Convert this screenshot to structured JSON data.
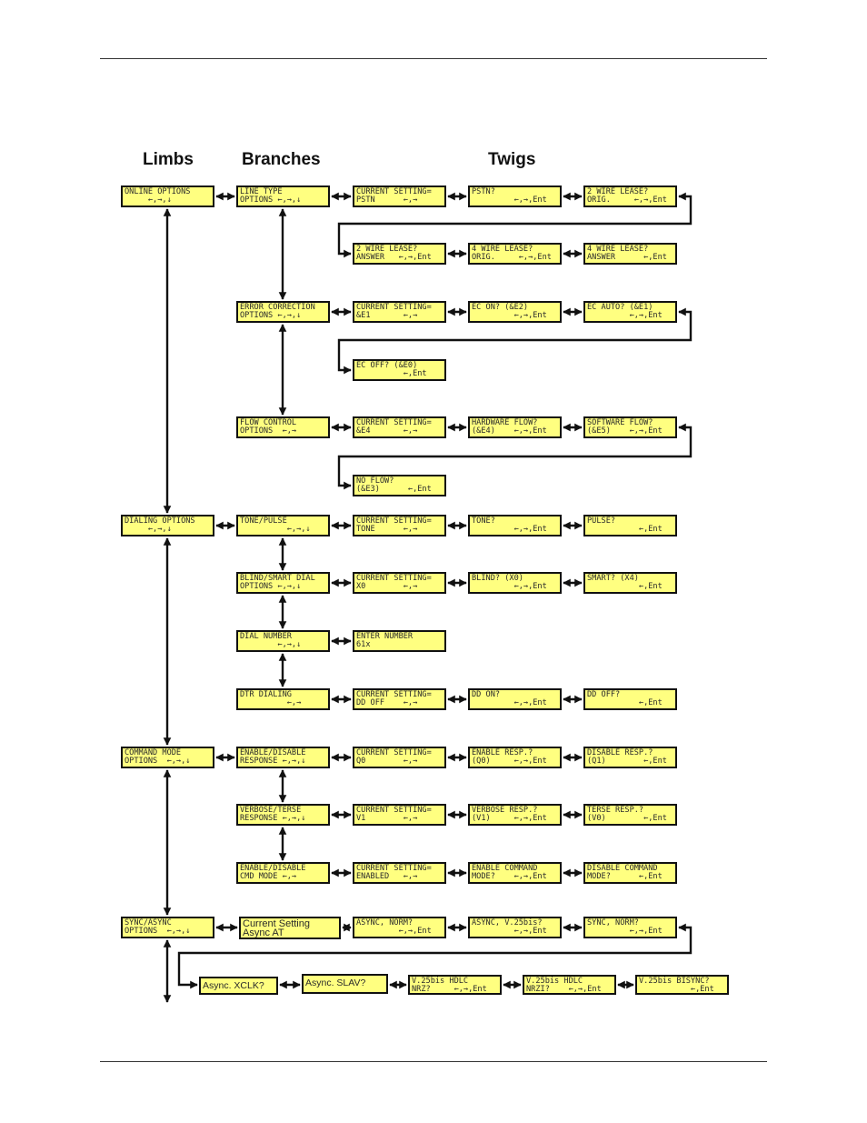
{
  "headings": {
    "limbs": "Limbs",
    "branches": "Branches",
    "twigs": "Twigs"
  },
  "boxes": {
    "online_options": [
      "ONLINE OPTIONS",
      "     ←,→,↓"
    ],
    "line_type": [
      "LINE TYPE",
      "OPTIONS ←,→,↓"
    ],
    "lt_current": [
      "CURRENT SETTING=",
      "PSTN      ←,→"
    ],
    "lt_pstn": [
      "PSTN?",
      "         ←,→,Ent"
    ],
    "lt_2wire_orig": [
      "2 WIRE LEASE?",
      "ORIG.     ←,→,Ent"
    ],
    "lt_2wire_answer": [
      "2 WIRE LEASE?",
      "ANSWER   ←,→,Ent"
    ],
    "lt_4wire_orig": [
      "4 WIRE LEASE?",
      "ORIG.     ←,→,Ent"
    ],
    "lt_4wire_answer": [
      "4 WIRE LEASE?",
      "ANSWER      ←,Ent"
    ],
    "error_correction": [
      "ERROR CORRECTION",
      "OPTIONS ←,→,↓"
    ],
    "ec_current": [
      "CURRENT SETTING=",
      "&E1       ←,→"
    ],
    "ec_on": [
      "EC ON? (&E2)",
      "         ←,→,Ent"
    ],
    "ec_auto": [
      "EC AUTO? (&E1)",
      "         ←,→,Ent"
    ],
    "ec_off": [
      "EC OFF? (&E0)",
      "          ←,Ent"
    ],
    "flow_control": [
      "FLOW CONTROL",
      "OPTIONS  ←,→"
    ],
    "fc_current": [
      "CURRENT SETTING=",
      "&E4       ←,→"
    ],
    "fc_hardware": [
      "HARDWARE FLOW?",
      "(&E4)    ←,→,Ent"
    ],
    "fc_software": [
      "SOFTWARE FLOW?",
      "(&E5)    ←,→,Ent"
    ],
    "fc_noflow": [
      "NO FLOW?",
      "(&E3)      ←,Ent"
    ],
    "dialing_options": [
      "DIALING OPTIONS",
      "     ←,→,↓"
    ],
    "tone_pulse": [
      "TONE/PULSE",
      "          ←,→,↓"
    ],
    "tp_current": [
      "CURRENT SETTING=",
      "TONE      ←,→"
    ],
    "tp_tone": [
      "TONE?",
      "         ←,→,Ent"
    ],
    "tp_pulse": [
      "PULSE?",
      "           ←,Ent"
    ],
    "blind_smart": [
      "BLIND/SMART DIAL",
      "OPTIONS ←,→,↓"
    ],
    "bs_current": [
      "CURRENT SETTING=",
      "X0        ←,→"
    ],
    "bs_blind": [
      "BLIND? (X0)",
      "         ←,→,Ent"
    ],
    "bs_smart": [
      "SMART? (X4)",
      "           ←,Ent"
    ],
    "dial_number": [
      "DIAL NUMBER",
      "        ←,→,↓"
    ],
    "dn_enter": [
      "ENTER NUMBER",
      "61x"
    ],
    "dtr_dialing": [
      "DTR DIALING",
      "          ←,→"
    ],
    "dtr_current": [
      "CURRENT SETTING=",
      "DD OFF    ←,→"
    ],
    "dtr_on": [
      "DD ON?",
      "         ←,→,Ent"
    ],
    "dtr_off": [
      "DD OFF?",
      "           ←,Ent"
    ],
    "command_mode": [
      "COMMAND MODE",
      "OPTIONS  ←,→,↓"
    ],
    "enable_disable": [
      "ENABLE/DISABLE",
      "RESPONSE ←,→,↓"
    ],
    "ed_current": [
      "CURRENT SETTING=",
      "Q0        ←,→"
    ],
    "ed_enable": [
      "ENABLE RESP.?",
      "(Q0)     ←,→,Ent"
    ],
    "ed_disable": [
      "DISABLE RESP.?",
      "(Q1)        ←,Ent"
    ],
    "verbose_terse": [
      "VERBOSE/TERSE",
      "RESPONSE ←,→,↓"
    ],
    "vt_current": [
      "CURRENT SETTING=",
      "V1        ←,→"
    ],
    "vt_verbose": [
      "VERBOSE RESP.?",
      "(V1)     ←,→,Ent"
    ],
    "vt_terse": [
      "TERSE RESP.?",
      "(V0)        ←,Ent"
    ],
    "enable_cmd": [
      "ENABLE/DISABLE",
      "CMD MODE ←,→"
    ],
    "cmd_current": [
      "CURRENT SETTING=",
      "ENABLED   ←,→"
    ],
    "cmd_enable": [
      "ENABLE COMMAND",
      "MODE?    ←,→,Ent"
    ],
    "cmd_disable": [
      "DISABLE COMMAND",
      "MODE?      ←,Ent"
    ],
    "sync_async": [
      "SYNC/ASYNC",
      "OPTIONS  ←,→,↓"
    ],
    "sa_current": [
      "Current Setting",
      "Async AT"
    ],
    "sa_async_norm": [
      "ASYNC, NORM?",
      "         ←,→,Ent"
    ],
    "sa_async_v25": [
      "ASYNC, V.25bis?",
      "         ←,→,Ent"
    ],
    "sa_sync_norm": [
      "SYNC, NORM?",
      "         ←,→,Ent"
    ],
    "sa_xclk": [
      "Async. XCLK?",
      ""
    ],
    "sa_slav": [
      "Async. SLAV?",
      ""
    ],
    "sa_v25_nrz": [
      "V.25bis HDLC",
      "NRZ?     ←,→,Ent"
    ],
    "sa_v25_nrzi": [
      "V.25bis HDLC",
      "NRZI?    ←,→,Ent"
    ],
    "sa_v25_bisync": [
      "V.25bis BISYNC?",
      "           ←,Ent"
    ]
  }
}
